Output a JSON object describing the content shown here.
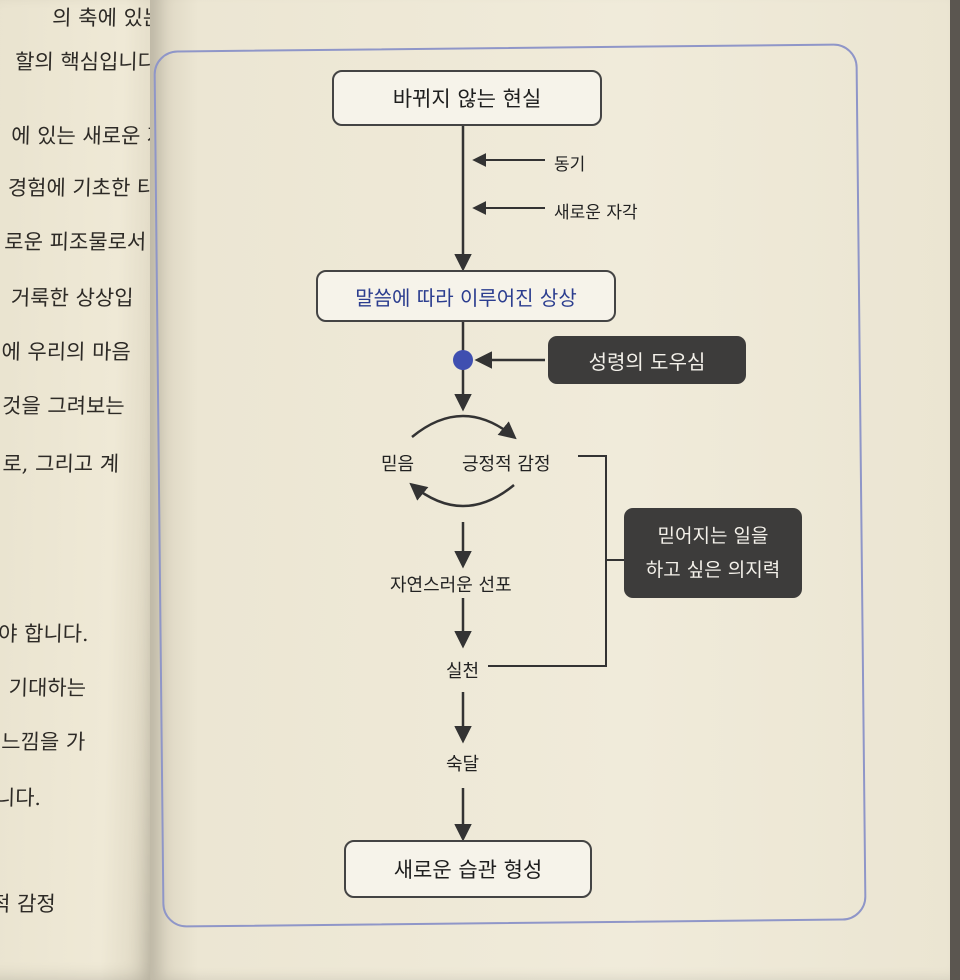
{
  "left_page": {
    "lines": [
      "의 축에 있는",
      "할의 핵심입니다.",
      "에 있는 새로운 자",
      "경험에 기초한 타",
      "로운 피조물로서",
      "거룩한 상상입",
      "에 우리의 마음",
      "것을 그려보는",
      "로, 그리고 계",
      "야 합니다.",
      "기대하는",
      "느낌을 가",
      "니다.",
      "적 감정"
    ]
  },
  "diagram": {
    "top_box": "바뀌지 않는 현실",
    "input_1": "동기",
    "input_2": "새로운 자각",
    "middle_box": "말씀에 따라 이루어진 상상",
    "spirit_box": "성령의 도우심",
    "cycle_left": "믿음",
    "cycle_right": "긍정적 감정",
    "will_box_line1": "믿어지는 일을",
    "will_box_line2": "하고 싶은 의지력",
    "step_1": "자연스러운 선포",
    "step_2": "실천",
    "step_3": "숙달",
    "bottom_box": "새로운 습관 형성"
  },
  "colors": {
    "page": "#f0ebda",
    "frame": "#8f96c8",
    "highlight_text": "#2b3d8f",
    "dot": "#3f4fb0",
    "dark_box": "#3d3c3b"
  }
}
